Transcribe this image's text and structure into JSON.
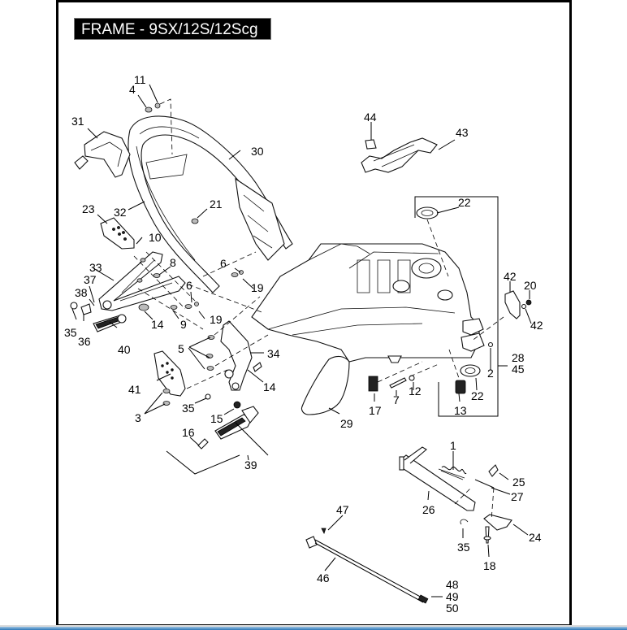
{
  "title": "FRAME - 9SX/12S/12Scg",
  "colors": {
    "border": "#000000",
    "title_bg": "#000000",
    "title_text": "#ffffff",
    "bottom_bar": "#2f78b8"
  },
  "callouts": [
    {
      "id": "c11",
      "label": "11"
    },
    {
      "id": "c4",
      "label": "4"
    },
    {
      "id": "c31",
      "label": "31"
    },
    {
      "id": "c30",
      "label": "30"
    },
    {
      "id": "c32",
      "label": "32"
    },
    {
      "id": "c21",
      "label": "21"
    },
    {
      "id": "c23",
      "label": "23"
    },
    {
      "id": "c10",
      "label": "10"
    },
    {
      "id": "c33",
      "label": "33"
    },
    {
      "id": "c8",
      "label": "8"
    },
    {
      "id": "c37",
      "label": "37"
    },
    {
      "id": "c38",
      "label": "38"
    },
    {
      "id": "c6a",
      "label": "6"
    },
    {
      "id": "c6b",
      "label": "6"
    },
    {
      "id": "c19a",
      "label": "19"
    },
    {
      "id": "c19b",
      "label": "19"
    },
    {
      "id": "c35a",
      "label": "35"
    },
    {
      "id": "c36",
      "label": "36"
    },
    {
      "id": "c14a",
      "label": "14"
    },
    {
      "id": "c9",
      "label": "9"
    },
    {
      "id": "c40",
      "label": "40"
    },
    {
      "id": "c5",
      "label": "5"
    },
    {
      "id": "c34",
      "label": "34"
    },
    {
      "id": "c41",
      "label": "41"
    },
    {
      "id": "c14b",
      "label": "14"
    },
    {
      "id": "c3",
      "label": "3"
    },
    {
      "id": "c35b",
      "label": "35"
    },
    {
      "id": "c15",
      "label": "15"
    },
    {
      "id": "c16",
      "label": "16"
    },
    {
      "id": "c39",
      "label": "39"
    },
    {
      "id": "c44",
      "label": "44"
    },
    {
      "id": "c43",
      "label": "43"
    },
    {
      "id": "c22a",
      "label": "22"
    },
    {
      "id": "c42a",
      "label": "42"
    },
    {
      "id": "c20",
      "label": "20"
    },
    {
      "id": "c42b",
      "label": "42"
    },
    {
      "id": "c2",
      "label": "2"
    },
    {
      "id": "c28",
      "label": "28"
    },
    {
      "id": "c45",
      "label": "45"
    },
    {
      "id": "c22b",
      "label": "22"
    },
    {
      "id": "c13",
      "label": "13"
    },
    {
      "id": "c7",
      "label": "7"
    },
    {
      "id": "c12",
      "label": "12"
    },
    {
      "id": "c17",
      "label": "17"
    },
    {
      "id": "c29",
      "label": "29"
    },
    {
      "id": "c1",
      "label": "1"
    },
    {
      "id": "c25",
      "label": "25"
    },
    {
      "id": "c27",
      "label": "27"
    },
    {
      "id": "c26",
      "label": "26"
    },
    {
      "id": "c24",
      "label": "24"
    },
    {
      "id": "c35c",
      "label": "35"
    },
    {
      "id": "c18",
      "label": "18"
    },
    {
      "id": "c47",
      "label": "47"
    },
    {
      "id": "c46",
      "label": "46"
    },
    {
      "id": "c48",
      "label": "48"
    },
    {
      "id": "c49",
      "label": "49"
    },
    {
      "id": "c50",
      "label": "50"
    }
  ]
}
